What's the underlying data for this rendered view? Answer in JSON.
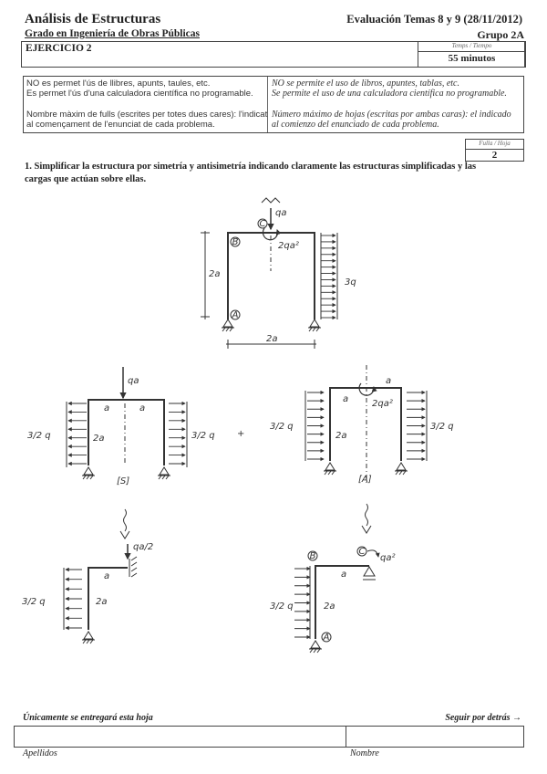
{
  "header": {
    "course_title": "Análisis de Estructuras",
    "degree": "Grado en Ingeniería de Obras Públicas",
    "evaluation": "Evaluación Temas 8 y 9 (28/11/2012)",
    "group": "Grupo 2A",
    "exercise": "EJERCICIO 2",
    "time_label": "Temps / Tiempo",
    "time_value": "55 minutos"
  },
  "rules": {
    "catalan": [
      "NO es permet l'ús de llibres, apunts, taules, etc.",
      "Es permet l'ús d'una calculadora científica no programable.",
      "Nombre màxim de fulls (escrites per totes dues cares): l'indicat",
      "al començament de l'enunciat de cada problema."
    ],
    "spanish": [
      "NO se permite el uso de libros, apuntes, tablas, etc.",
      "Se permite el uso de una calculadora científica no programable.",
      "Número máximo de hojas (escritas por ambas caras): el indicado",
      "al comienzo del enunciado de cada problema."
    ]
  },
  "sheet": {
    "label": "Fulla / Hoja",
    "value": "2"
  },
  "question": {
    "line1": "1. Simplificar la estructura por simetría y antisimetría indicando claramente las estructuras simplificadas y las",
    "line2": "cargas que actúan sobre ellas."
  },
  "drawings": {
    "main": {
      "node_b": "B",
      "node_a": "A",
      "node_c": "C",
      "point_load": "qa",
      "moment": "2qa²",
      "height": "2a",
      "width": "2a",
      "distributed": "3q"
    },
    "symmetric": {
      "point_load": "qa",
      "span_left": "a",
      "span_right": "a",
      "height": "2a",
      "load_left": "3/2 q",
      "load_right": "3/2 q",
      "tag": "[S]"
    },
    "plus": "+",
    "antisymmetric": {
      "span_left": "a",
      "span_right": "a",
      "moment": "2qa²",
      "height": "2a",
      "load_left": "3/2 q",
      "load_right": "3/2 q",
      "tag": "[A]"
    },
    "half_symmetric": {
      "point_load": "qa/2",
      "span": "a",
      "height": "2a",
      "load": "3/2 q"
    },
    "half_antisymmetric": {
      "node_b": "B",
      "node_c": "C",
      "node_a": "A",
      "moment": "qa²",
      "span": "a",
      "height": "2a",
      "load": "3/2 q"
    }
  },
  "footer": {
    "note": "Únicamente se entregará esta hoja",
    "continue": "Seguir por detrás →",
    "surname_label": "Apellidos",
    "name_label": "Nombre"
  }
}
